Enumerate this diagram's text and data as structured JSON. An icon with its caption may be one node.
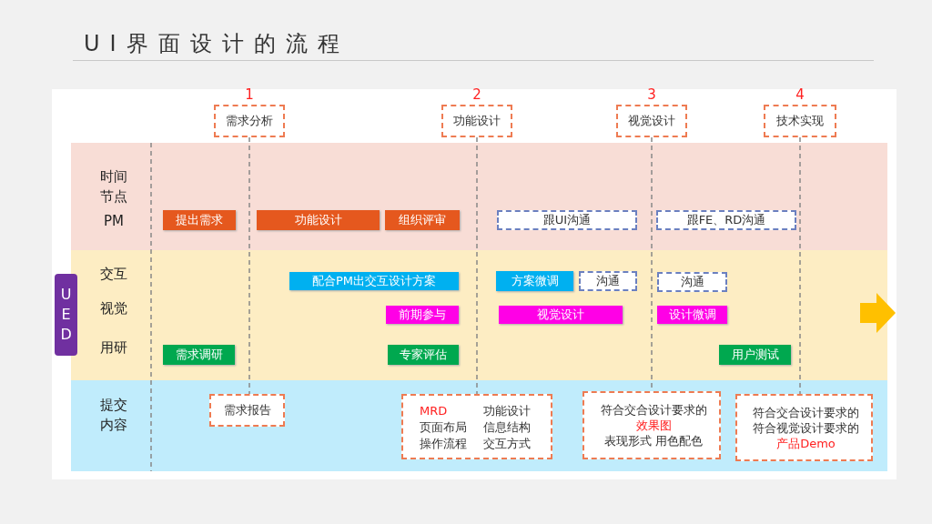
{
  "diagram": {
    "title": "UI界面设计的流程",
    "nodes": [
      {
        "text": [
          "需求分析"
        ],
        "beside": [
          "1"
        ]
      },
      {
        "text": [
          "功能设计"
        ],
        "beside": [
          "2"
        ]
      },
      {
        "text": [
          "视觉设计"
        ],
        "beside": [
          "3"
        ]
      },
      {
        "text": [
          "技术实现"
        ],
        "beside": [
          "4"
        ]
      },
      {
        "text": [
          "时间节点",
          "PM"
        ]
      },
      {
        "text": [
          "提出需求"
        ],
        "in": 4
      },
      {
        "text": [
          "功能设计"
        ],
        "in": 4
      },
      {
        "text": [
          "组织评审"
        ],
        "in": 4
      },
      {
        "text": [
          "跟UI沟通"
        ],
        "in": 4
      },
      {
        "text": [
          "跟FE、RD沟通"
        ],
        "in": 4
      },
      {
        "text": [
          "UED"
        ]
      },
      {
        "text": [
          "交互",
          "视觉",
          "用研"
        ]
      },
      {
        "text": [
          "配合PM出交互设计方案"
        ],
        "in": 11
      },
      {
        "text": [
          "方案微调"
        ],
        "in": 11
      },
      {
        "text": [
          "沟通"
        ],
        "in": 11
      },
      {
        "text": [
          "沟通"
        ],
        "in": 11
      },
      {
        "text": [
          "前期参与"
        ],
        "in": 11
      },
      {
        "text": [
          "视觉设计"
        ],
        "in": 11
      },
      {
        "text": [
          "设计微调"
        ],
        "in": 11
      },
      {
        "text": [
          "需求调研"
        ],
        "in": 11
      },
      {
        "text": [
          "专家评估"
        ],
        "in": 11
      },
      {
        "text": [
          "用户测试"
        ],
        "in": 11
      },
      {
        "text": [
          "提交内容"
        ]
      },
      {
        "text": [
          "需求报告"
        ],
        "in": 22
      },
      {
        "text": [
          "MRD",
          "功能设计",
          "页面布局",
          "信息结构",
          "操作流程",
          "交互方式"
        ],
        "in": 22
      },
      {
        "text": [
          "符合交合设计要求的",
          "效果图",
          "表现形式 用色配色"
        ],
        "in": 22
      },
      {
        "text": [
          "符合交合设计要求的",
          "符合视觉设计要求的",
          "产品Demo"
        ],
        "in": 22
      }
    ],
    "edges": [
      {
        "from": 0,
        "to": 23,
        "arrow": "none",
        "style": "dashed"
      },
      {
        "from": 1,
        "to": 24,
        "arrow": "none",
        "style": "dashed"
      },
      {
        "from": 2,
        "to": 25,
        "arrow": "none",
        "style": "dashed"
      },
      {
        "from": 3,
        "to": 26,
        "arrow": "none",
        "style": "dashed"
      }
    ]
  }
}
